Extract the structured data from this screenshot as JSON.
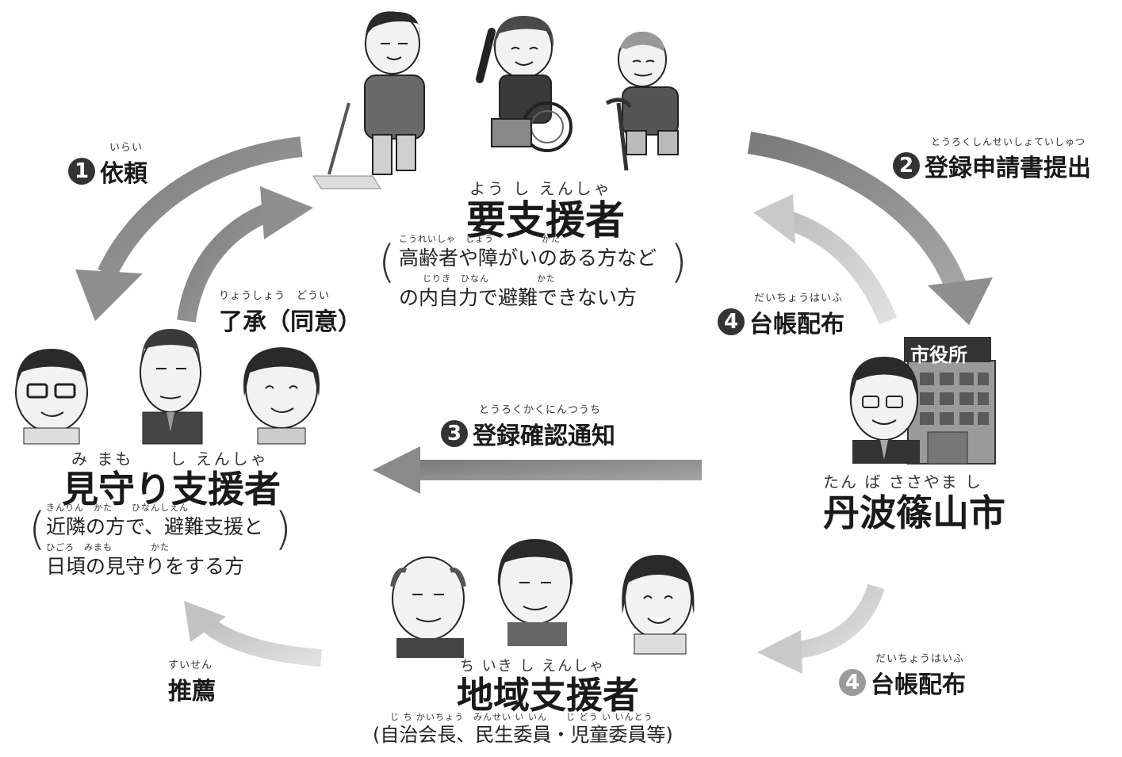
{
  "steps": {
    "request": {
      "num": "1",
      "ruby": "いらい",
      "label": "依頼"
    },
    "register": {
      "num": "2",
      "ruby": "とうろくしんせいしょていしゅつ",
      "label": "登録申請書提出"
    },
    "notify": {
      "num": "3",
      "ruby": "とうろくかくにんつうち",
      "label": "登録確認通知"
    },
    "distribute_top": {
      "num": "4",
      "ruby": "だいちょうはいふ",
      "label": "台帳配布"
    },
    "distribute_bottom": {
      "num": "4",
      "ruby": "だいちょうはいふ",
      "label": "台帳配布"
    },
    "consent": {
      "ruby": "りょうしょう　どうい",
      "label": "了承（同意）"
    },
    "recommend": {
      "ruby": "すいせん",
      "label": "推薦"
    }
  },
  "nodes": {
    "requiring": {
      "ruby": "よう し えんしゃ",
      "title": "要支援者",
      "desc_ruby1": "こうれいしゃ　しょう　　　　　かた",
      "desc1": "高齢者や障がいのある方など",
      "desc_ruby2": "じりき　ひなん　　　　　かた",
      "desc2": "の内自力で避難できない方"
    },
    "watch": {
      "ruby": "み まも　　し えんしゃ",
      "title": "見守り支援者",
      "desc_ruby1": "きんりん　かた　　ひなんしえん",
      "desc1": "近隣の方で、避難支援と",
      "desc_ruby2": "ひごろ　みまも　　　　かた",
      "desc2": "日頃の見守りをする方"
    },
    "city": {
      "building_sign": "市役所",
      "ruby": "たん ば ささやま し",
      "title": "丹波篠山市"
    },
    "local": {
      "ruby": "ち いき し えんしゃ",
      "title": "地域支援者",
      "desc_ruby": "じ ち かいちょう　みんせい い いん　　じ どう い いんとう",
      "desc": "(自治会長、民生委員・児童委員等)"
    }
  },
  "colors": {
    "arrow_dark": "#8c8c8c",
    "arrow_light": "#c8c8c8",
    "skin": "#efefef",
    "hair": "#2a2a2a"
  }
}
